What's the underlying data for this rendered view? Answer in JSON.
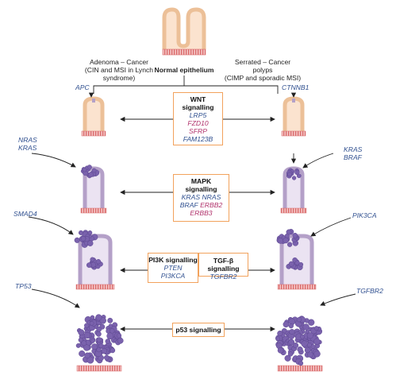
{
  "colors": {
    "crypt_fill": "#fbe3cf",
    "crypt_outline": "#ecc098",
    "crypt_cap": "#e9b98d",
    "purple_fill": "#ebe3f2",
    "purple_outline": "#b4a0c8",
    "cell": "#7a62ad",
    "cell_dark": "#5c4690",
    "tissue_red": "#d96a6a",
    "tissue_stripe": "#f4c4c4",
    "box_border": "#f2a25c",
    "gene_blue": "#2f4f8f",
    "gene_magenta": "#b0306a"
  },
  "top": {
    "left_pathway": [
      "Adenoma – Cancer",
      "(CIN and MSI in Lynch",
      "syndrome)"
    ],
    "center_label": "Normal epithelium",
    "right_pathway": [
      "Serrated – Cancer",
      "polyps",
      "(CIMP and sporadic MSI)"
    ]
  },
  "left_genes": {
    "apc": "APC",
    "nras": "NRAS",
    "kras": "KRAS",
    "smad4": "SMAD4",
    "tp53": "TP53"
  },
  "right_genes": {
    "ctnnb1": "CTNNB1",
    "kras": "KRAS",
    "braf": "BRAF",
    "pik3ca": "PIK3CA",
    "tgfbr2": "TGFBR2"
  },
  "boxes": {
    "wnt": {
      "title_1": "WNT",
      "title_2": "signalling",
      "g1": "LRP5",
      "g2": "FZD10",
      "g3": "SFRP",
      "g4": "FAM123B"
    },
    "mapk": {
      "title_1": "MAPK",
      "title_2": "signalling",
      "g1": "KRAS NRAS",
      "g2a": "BRAF",
      "g2b": "ERBB2",
      "g3": "ERBB3"
    },
    "pi3k": {
      "title": "PI3K signalling",
      "g1": "PTEN",
      "g2": "PI3KCA"
    },
    "tgfb": {
      "title": "TGF-β signalling",
      "g1": "TGFBR2"
    },
    "p53": {
      "title": "p53 signalling"
    }
  }
}
